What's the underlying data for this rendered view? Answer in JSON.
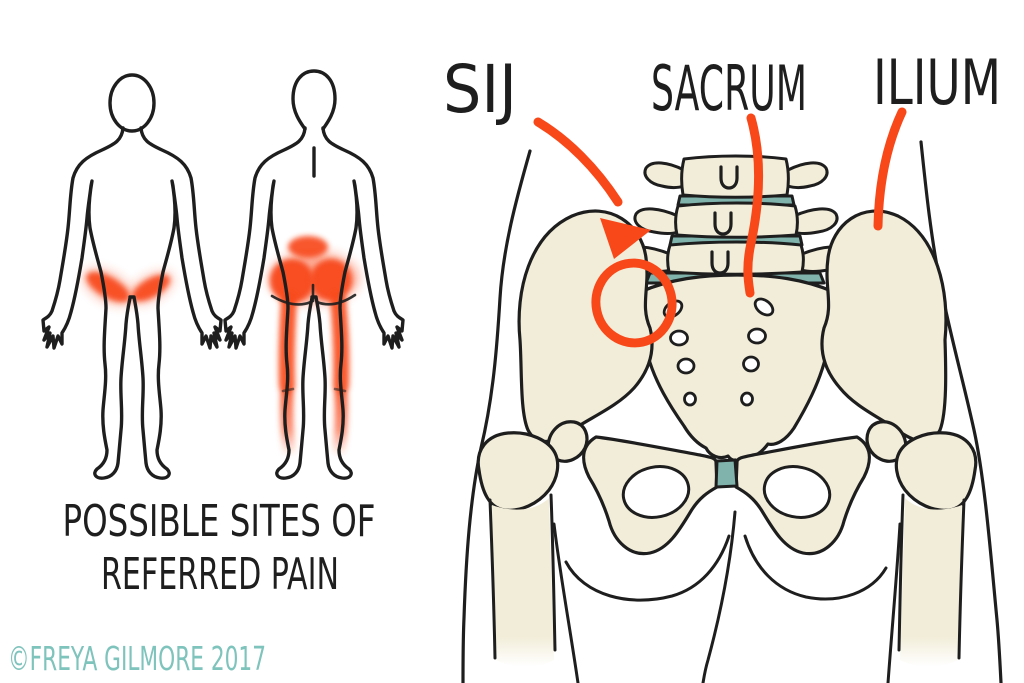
{
  "illustration": {
    "labels": {
      "sij": "SIJ",
      "sacrum": "SACRUM",
      "ilium": "ILIUM"
    },
    "caption": {
      "line1": "POSSIBLE SITES OF",
      "line2": "REFERRED PAIN"
    },
    "credit": "©FREYA GILMORE 2017"
  },
  "colors": {
    "background": "#ffffff",
    "outline_black": "#1e1e1e",
    "bone_cream": "#f2edd9",
    "disc_teal": "#7fb3ac",
    "pain_orange": "#f8481a",
    "credit_teal": "#7ec3bc"
  }
}
